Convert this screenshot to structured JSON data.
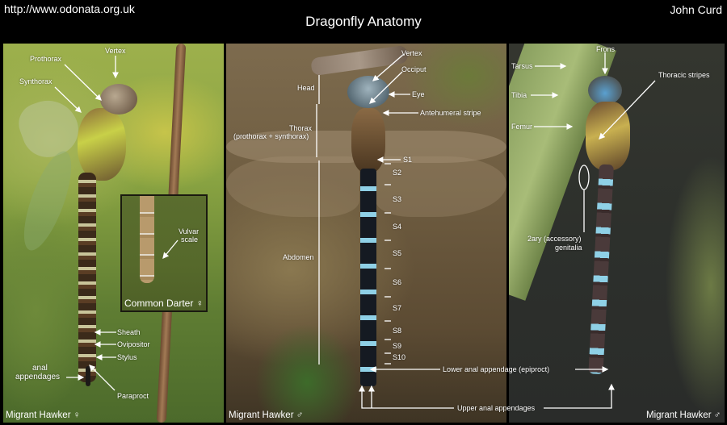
{
  "header": {
    "url": "http://www.odonata.org.uk",
    "title": "Dragonfly Anatomy",
    "author": "John Curd"
  },
  "panels": {
    "left": {
      "caption": "Migrant Hawker ♀",
      "labels": {
        "vertex": "Vertex",
        "prothorax": "Prothorax",
        "synthorax": "Synthorax",
        "sheath": "Sheath",
        "ovipositor": "Ovipositor",
        "stylus": "Stylus",
        "anal_appendages_1": "anal",
        "anal_appendages_2": "appendages",
        "paraproct": "Paraproct"
      },
      "inset": {
        "caption": "Common Darter ♀",
        "label_1": "Vulvar",
        "label_2": "scale"
      }
    },
    "middle": {
      "caption": "Migrant Hawker ♂",
      "labels": {
        "head": "Head",
        "thorax": "Thorax",
        "thorax_sub": "(prothorax + synthorax)",
        "abdomen": "Abdomen",
        "vertex": "Vertex",
        "occiput": "Occiput",
        "eye": "Eye",
        "antehumeral": "Antehumeral stripe"
      },
      "segments": [
        "S1",
        "S2",
        "S3",
        "S4",
        "S5",
        "S6",
        "S7",
        "S8",
        "S9",
        "S10"
      ]
    },
    "right": {
      "caption": "Migrant Hawker ♂",
      "labels": {
        "frons": "Frons",
        "tarsus": "Tarsus",
        "tibia": "Tibia",
        "femur": "Femur",
        "thoracic_stripes": "Thoracic stripes",
        "genitalia_1": "2ary (accessory)",
        "genitalia_2": "genitalia"
      }
    },
    "shared": {
      "lower_anal": "Lower anal appendage (epiproct)",
      "upper_anal": "Upper anal appendages"
    }
  },
  "colors": {
    "background": "#000000",
    "text": "#ffffff",
    "abdomen_blue": "#8fd0e6"
  }
}
